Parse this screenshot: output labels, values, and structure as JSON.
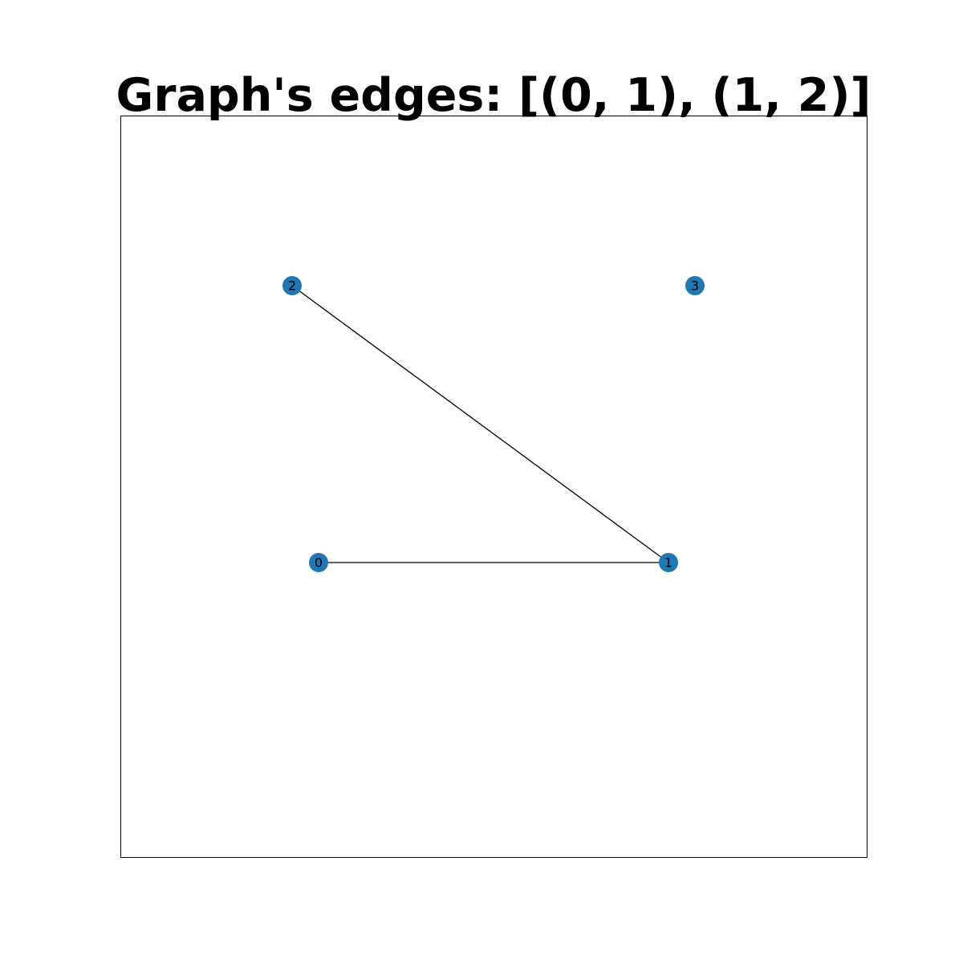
{
  "title": "Graph's edges: [(0, 1), (1, 2)]",
  "colors": {
    "node_fill": "#1f77b4",
    "edge_stroke": "#000000",
    "frame_stroke": "#000000",
    "label_color": "#000000"
  },
  "graph": {
    "nodes": [
      {
        "id": 0,
        "label": "0"
      },
      {
        "id": 1,
        "label": "1"
      },
      {
        "id": 2,
        "label": "2"
      },
      {
        "id": 3,
        "label": "3"
      }
    ],
    "edges": [
      {
        "source": 0,
        "target": 1
      },
      {
        "source": 1,
        "target": 2
      }
    ]
  }
}
